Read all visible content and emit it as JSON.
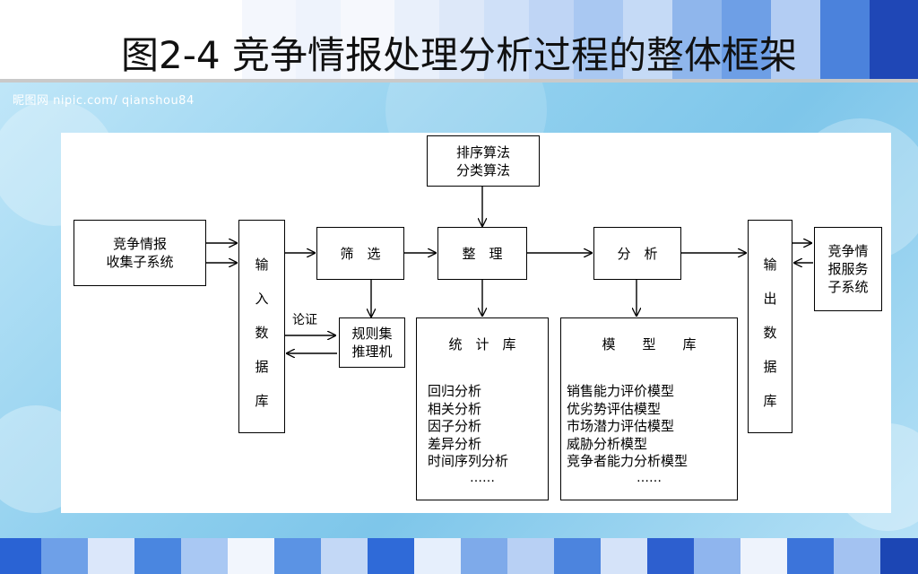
{
  "slide": {
    "title": "图2-4 竞争情报处理分析过程的整体框架",
    "watermark": "昵图网 nipic.com/ qianshou84"
  },
  "colors": {
    "accent_dark": "#1a3fb0",
    "accent_mid": "#3f7fe0",
    "accent_light": "#9cc3f2",
    "sky": "#8fcfee"
  },
  "diagram": {
    "collect": {
      "line1": "竞争情报",
      "line2": "收集子系统"
    },
    "input_db": {
      "c1": "输",
      "c2": "入",
      "c3": "数",
      "c4": "据",
      "c5": "库"
    },
    "filter": "筛　选",
    "sort_algo": {
      "line1": "排序算法",
      "line2": "分类算法"
    },
    "organize": "整　理",
    "analyze": "分　析",
    "argument": "论证",
    "rules": {
      "line1": "规则集",
      "line2": "推理机"
    },
    "stats_lib": {
      "title": "统　计　库",
      "items": [
        "回归分析",
        "相关分析",
        "因子分析",
        "差异分析",
        "时间序列分析"
      ],
      "more": "……"
    },
    "model_lib": {
      "title": "模　　型　　库",
      "items": [
        "销售能力评价模型",
        "优劣势评估模型",
        "市场潜力评估模型",
        "威胁分析模型",
        "竞争者能力分析模型"
      ],
      "more": "……"
    },
    "output_db": {
      "c1": "输",
      "c2": "出",
      "c3": "数",
      "c4": "据",
      "c5": "库"
    },
    "service": {
      "line1": "竞争情",
      "line2": "报服务",
      "line3": "子系统"
    }
  }
}
